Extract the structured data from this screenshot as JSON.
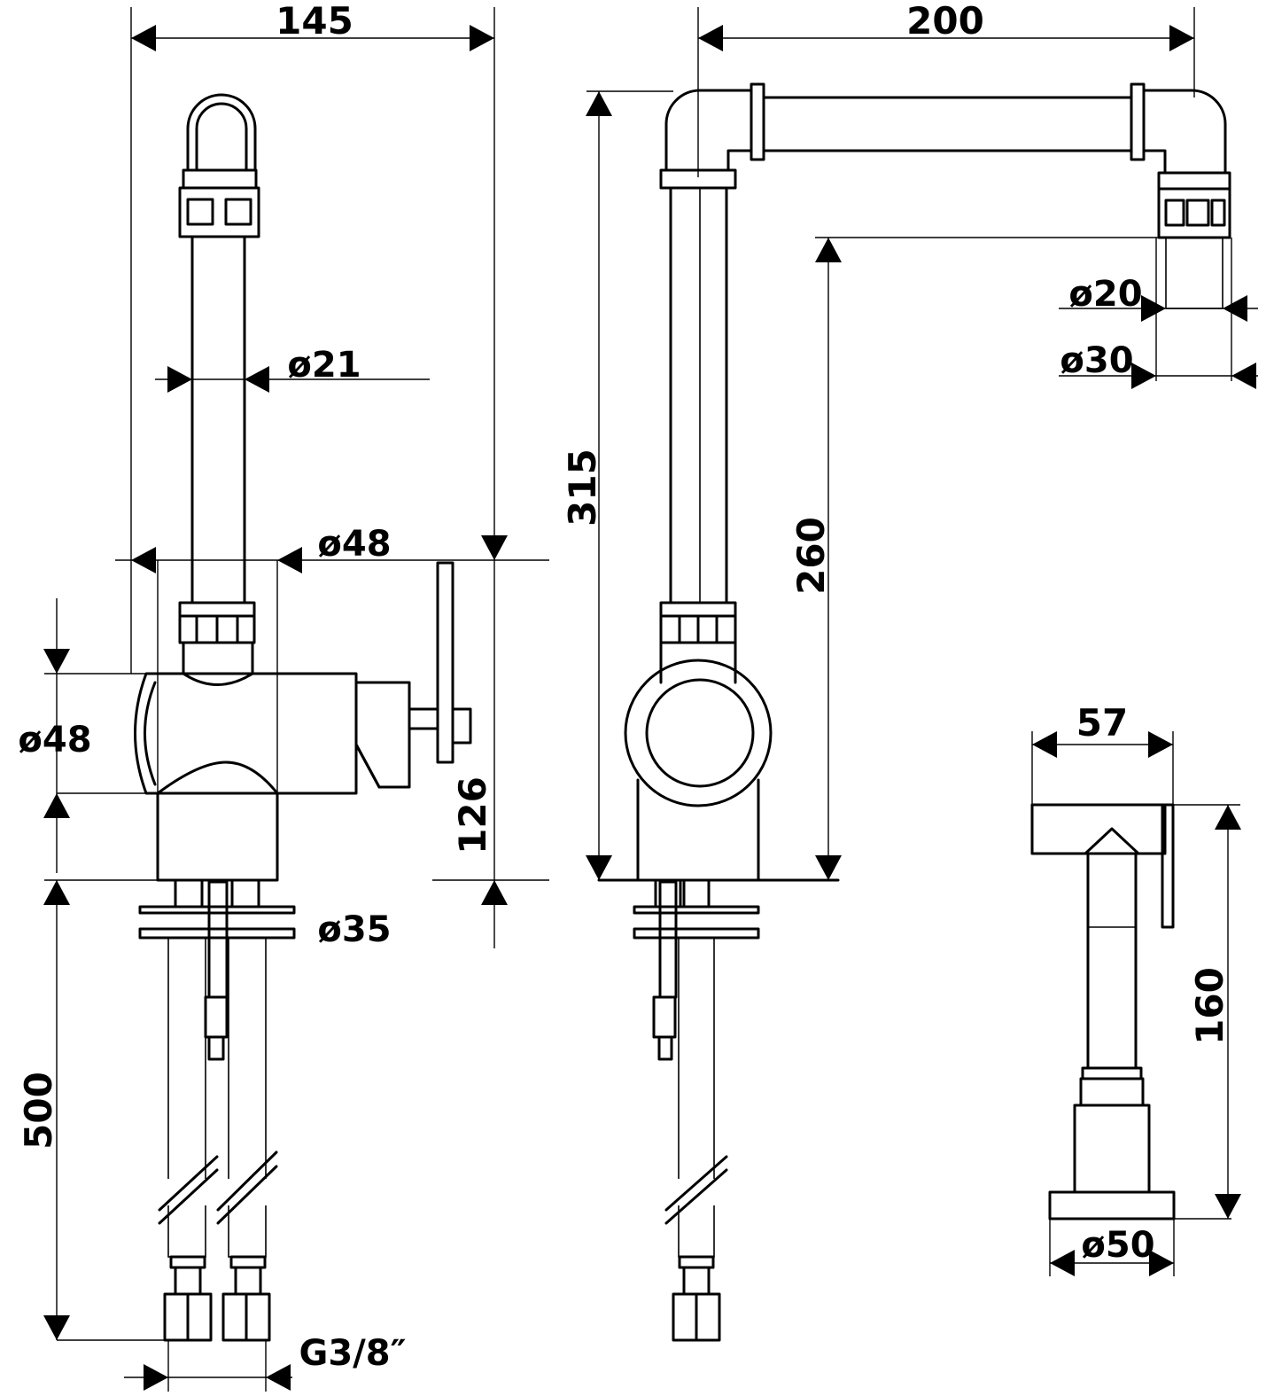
{
  "dimensions": {
    "total_width_front": "145",
    "spout_reach": "200",
    "pipe_diameter": "ø21",
    "base_diameter": "ø48",
    "body_diameter": "ø48",
    "lever_height": "126",
    "total_height": "315",
    "outlet_height": "260",
    "outlet_inner_diameter": "ø20",
    "outlet_outer_diameter": "ø30",
    "mount_hole_diameter": "ø35",
    "hose_length": "500",
    "connector_thread": "G3/8″",
    "spray_width": "57",
    "spray_height": "160",
    "spray_base_diameter": "ø50"
  }
}
